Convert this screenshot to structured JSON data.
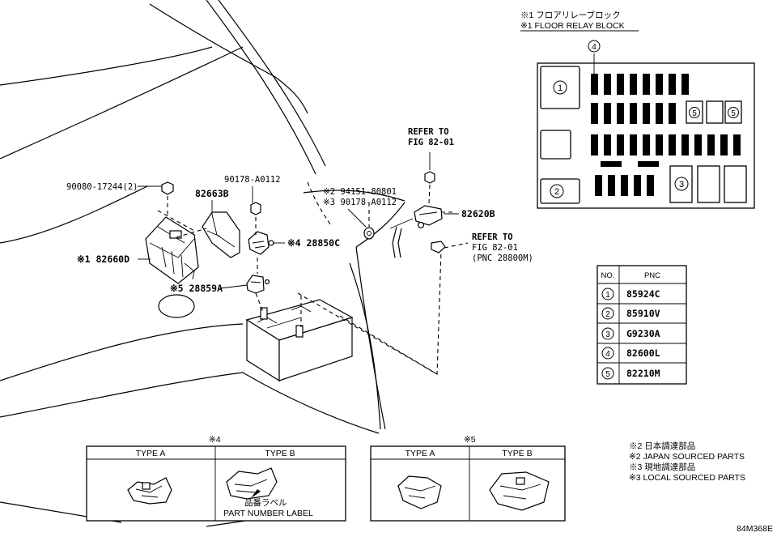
{
  "relay_block": {
    "title_jp": "※1 フロアリレーブロック",
    "title_en": "※1 FLOOR RELAY BLOCK",
    "markers": {
      "m1": "1",
      "m2": "2",
      "m3": "3",
      "m4": "4",
      "m5a": "5",
      "m5b": "5"
    }
  },
  "pnc_table": {
    "headers": [
      "NO.",
      "PNC"
    ],
    "rows": [
      {
        "no": "1",
        "pnc": "85924C"
      },
      {
        "no": "2",
        "pnc": "85910V"
      },
      {
        "no": "3",
        "pnc": "G9230A"
      },
      {
        "no": "4",
        "pnc": "82600L"
      },
      {
        "no": "5",
        "pnc": "82210M"
      }
    ]
  },
  "callouts": {
    "bolt_90080": "90080-17244(2)",
    "cover_82663b": "82663B",
    "bolt_90178": "90178-A0112",
    "block_82660d": "※1 82660D",
    "holder_28850c": "※4 28850C",
    "holder_28859a": "※5 28859A",
    "nut_94151": "※2 94151-80801",
    "nut_90178": "※3 90178-A0112",
    "refer_1_a": "REFER TO",
    "refer_1_b": "FIG 82-01",
    "wire_82620b": "82620B",
    "refer_2_a": "REFER TO",
    "refer_2_b": "FIG 82-01",
    "refer_2_c": "(PNC 28800M)"
  },
  "type_box_4": {
    "mark": "※4",
    "type_a": "TYPE A",
    "type_b": "TYPE B",
    "label_jp": "品番ラベル",
    "label_en": "PART NUMBER LABEL"
  },
  "type_box_5": {
    "mark": "※5",
    "type_a": "TYPE A",
    "type_b": "TYPE B"
  },
  "notes": [
    "※2 日本調達部品",
    "※2 JAPAN SOURCED PARTS",
    "※3 現地調達部品",
    "※3 LOCAL SOURCED PARTS"
  ],
  "figure_code": "84M368E"
}
